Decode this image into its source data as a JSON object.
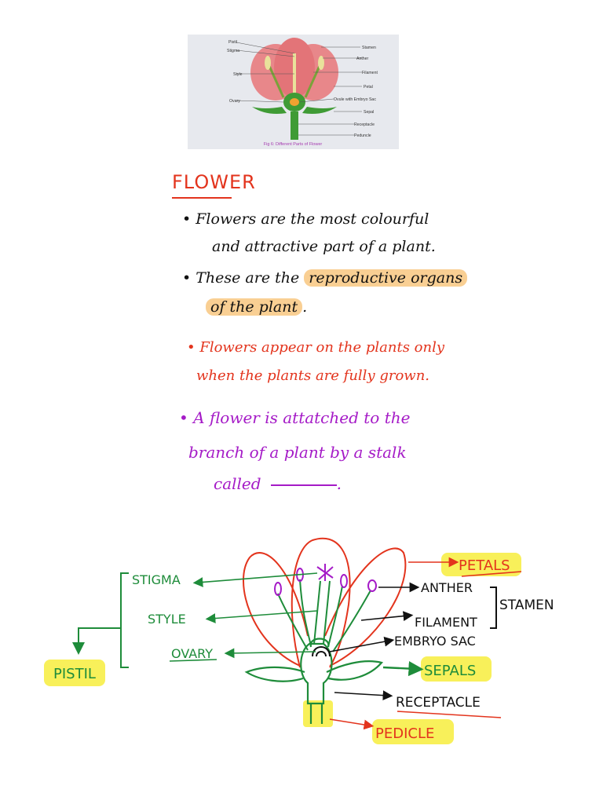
{
  "photo": {
    "labels_left": [
      "Pistil",
      "Stigma",
      "Style",
      "Ovary"
    ],
    "labels_right": [
      "Stamen",
      "Anther",
      "Filament",
      "Petal",
      "Ovule with Embryo Sac",
      "Sepal",
      "Receptacle",
      "Peduncle"
    ],
    "caption": "Fig 6: Different Parts of Flower"
  },
  "notes": {
    "title": "FLOWER",
    "p1_line1": "• Flowers are the most colourful",
    "p1_line2": "and attractive part of a plant.",
    "p2_pre": "• These are the",
    "p2_hl1": "reproductive organs",
    "p2_hl2": "of the plant",
    "p2_end": ".",
    "p3_line1": "• Flowers appear on the plants only",
    "p3_line2": "when the plants are fully grown.",
    "p4_line1": "• A flower is attatched to the",
    "p4_line2": "branch of a plant by a stalk",
    "p4_line3": "called",
    "p4_end": "."
  },
  "diagram": {
    "stigma": "STIGMA",
    "style": "STYLE",
    "ovary": "OVARY",
    "pistil": "PISTIL",
    "petals": "PETALS",
    "anther": "ANTHER",
    "filament": "FILAMENT",
    "stamen": "STAMEN",
    "embryo_sac": "EMBRYO SAC",
    "sepals": "SEPALS",
    "receptacle": "RECEPTACLE",
    "pedicle": "PEDICLE"
  },
  "colors": {
    "red": "#e3341d",
    "green": "#1e8c3a",
    "purple": "#a51bc7",
    "highlight_orange": "#f9cf93",
    "highlight_yellow": "#f8f05a"
  }
}
